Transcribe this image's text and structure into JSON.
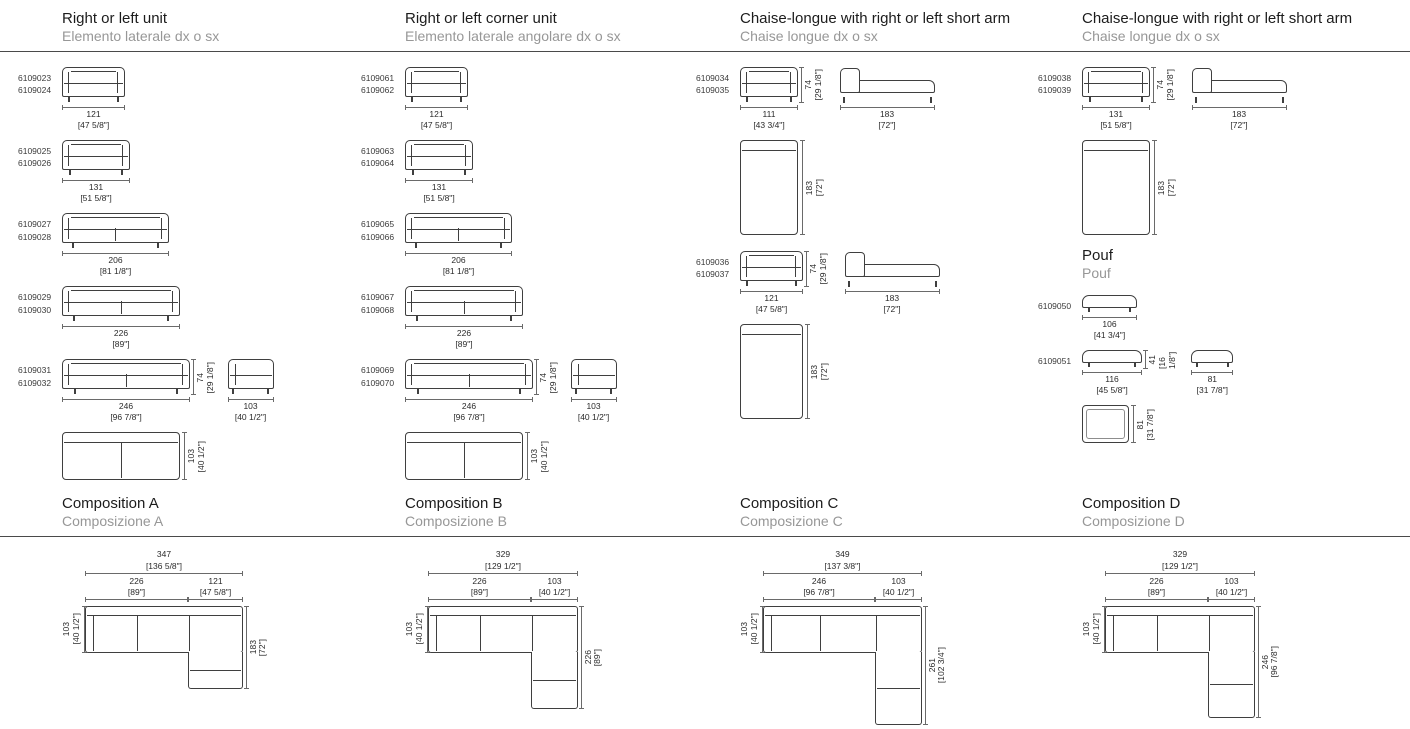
{
  "header": {
    "cols": [
      {
        "title": "Right or left unit",
        "subtitle": "Elemento laterale dx o sx"
      },
      {
        "title": "Right or left corner unit",
        "subtitle": "Elemento laterale angolare dx o sx"
      },
      {
        "title": "Chaise-longue with right or left short arm",
        "subtitle": "Chaise longue dx o sx"
      },
      {
        "title": "Chaise-longue with right or left short arm",
        "subtitle": "Chaise longue dx o sx"
      }
    ]
  },
  "col1": {
    "rows": [
      {
        "sku1": "6109023",
        "sku2": "6109024",
        "cm": "121",
        "inch": "[47 5/8\"]"
      },
      {
        "sku1": "6109025",
        "sku2": "6109026",
        "cm": "131",
        "inch": "[51 5/8\"]"
      },
      {
        "sku1": "6109027",
        "sku2": "6109028",
        "cm": "206",
        "inch": "[81 1/8\"]"
      },
      {
        "sku1": "6109029",
        "sku2": "6109030",
        "cm": "226",
        "inch": "[89\"]"
      },
      {
        "sku1": "6109031",
        "sku2": "6109032",
        "cm": "246",
        "inch": "[96 7/8\"]"
      }
    ],
    "height": {
      "cm": "74",
      "inch": "[29 1/8\"]"
    },
    "side": {
      "cm": "103",
      "inch": "[40 1/2\"]"
    },
    "top": {
      "cm": "103",
      "inch": "[40 1/2\"]"
    }
  },
  "col2": {
    "rows": [
      {
        "sku1": "6109061",
        "sku2": "6109062",
        "cm": "121",
        "inch": "[47 5/8\"]"
      },
      {
        "sku1": "6109063",
        "sku2": "6109064",
        "cm": "131",
        "inch": "[51 5/8\"]"
      },
      {
        "sku1": "6109065",
        "sku2": "6109066",
        "cm": "206",
        "inch": "[81 1/8\"]"
      },
      {
        "sku1": "6109067",
        "sku2": "6109068",
        "cm": "226",
        "inch": "[89\"]"
      },
      {
        "sku1": "6109069",
        "sku2": "6109070",
        "cm": "246",
        "inch": "[96 7/8\"]"
      }
    ],
    "height": {
      "cm": "74",
      "inch": "[29 1/8\"]"
    },
    "side": {
      "cm": "103",
      "inch": "[40 1/2\"]"
    },
    "top": {
      "cm": "103",
      "inch": "[40 1/2\"]"
    }
  },
  "col3": {
    "groups": [
      {
        "sku1": "6109034",
        "sku2": "6109035",
        "front_cm": "111",
        "front_inch": "[43 3/4\"]",
        "h_cm": "74",
        "h_inch": "[29 1/8\"]",
        "chaise_cm": "183",
        "chaise_inch": "[72\"]",
        "depth_cm": "183",
        "depth_inch": "[72\"]"
      },
      {
        "sku1": "6109036",
        "sku2": "6109037",
        "front_cm": "121",
        "front_inch": "[47 5/8\"]",
        "h_cm": "74",
        "h_inch": "[29 1/8\"]",
        "chaise_cm": "183",
        "chaise_inch": "[72\"]",
        "depth_cm": "183",
        "depth_inch": "[72\"]"
      }
    ]
  },
  "col4": {
    "group": {
      "sku1": "6109038",
      "sku2": "6109039",
      "front_cm": "131",
      "front_inch": "[51 5/8\"]",
      "h_cm": "74",
      "h_inch": "[29 1/8\"]",
      "chaise_cm": "183",
      "chaise_inch": "[72\"]",
      "depth_cm": "183",
      "depth_inch": "[72\"]"
    },
    "pouf": {
      "title": "Pouf",
      "subtitle": "Pouf",
      "row1": {
        "sku": "6109050",
        "cm": "106",
        "inch": "[41 3/4\"]"
      },
      "row2": {
        "sku": "6109051",
        "cm": "116",
        "inch": "[45 5/8\"]",
        "h_cm": "41",
        "h_inch": "[16 1/8\"]",
        "side_cm": "81",
        "side_inch": "[31 7/8\"]"
      },
      "top": {
        "cm": "81",
        "inch": "[31 7/8\"]"
      }
    }
  },
  "compositions": [
    {
      "title": "Composition A",
      "subtitle": "Composizione A",
      "total_cm": "347",
      "total_inch": "[136 5/8\"]",
      "seg1_cm": "226",
      "seg1_inch": "[89\"]",
      "seg2_cm": "121",
      "seg2_inch": "[47 5/8\"]",
      "depth_cm": "103",
      "depth_inch": "[40 1/2\"]",
      "right_cm": "183",
      "right_inch": "[72\"]"
    },
    {
      "title": "Composition B",
      "subtitle": "Composizione B",
      "total_cm": "329",
      "total_inch": "[129 1/2\"]",
      "seg1_cm": "226",
      "seg1_inch": "[89\"]",
      "seg2_cm": "103",
      "seg2_inch": "[40 1/2\"]",
      "depth_cm": "103",
      "depth_inch": "[40 1/2\"]",
      "right_cm": "226",
      "right_inch": "[89\"]"
    },
    {
      "title": "Composition C",
      "subtitle": "Composizione C",
      "total_cm": "349",
      "total_inch": "[137 3/8\"]",
      "seg1_cm": "246",
      "seg1_inch": "[96 7/8\"]",
      "seg2_cm": "103",
      "seg2_inch": "[40 1/2\"]",
      "depth_cm": "103",
      "depth_inch": "[40 1/2\"]",
      "right_cm": "261",
      "right_inch": "[102 3/4\"]"
    },
    {
      "title": "Composition D",
      "subtitle": "Composizione D",
      "total_cm": "329",
      "total_inch": "[129 1/2\"]",
      "seg1_cm": "226",
      "seg1_inch": "[89\"]",
      "seg2_cm": "103",
      "seg2_inch": "[40 1/2\"]",
      "depth_cm": "103",
      "depth_inch": "[40 1/2\"]",
      "right_cm": "246",
      "right_inch": "[96 7/8\"]"
    }
  ]
}
